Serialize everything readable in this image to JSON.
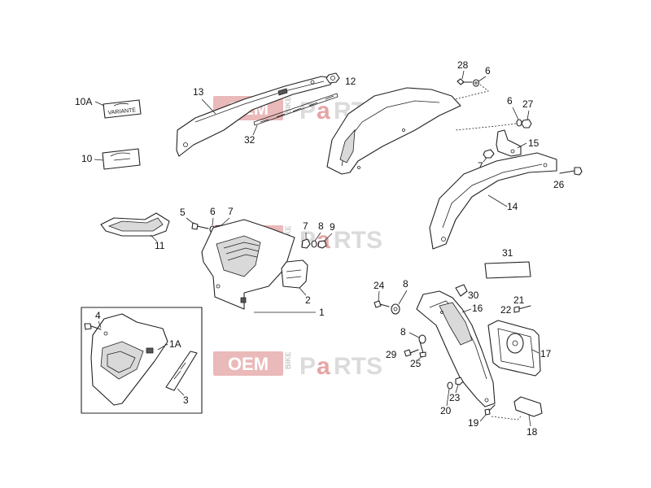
{
  "watermark": {
    "oem": "OEM",
    "bike": "BIKE",
    "parts_prefix": "P",
    "parts_mid": "a",
    "parts_suffix": "RTS"
  },
  "badges": {
    "variante": "VARIANTE"
  },
  "callouts": {
    "c1": "1",
    "c1A": "1A",
    "c2": "2",
    "c3": "3",
    "c4": "4",
    "c5": "5",
    "c6a": "6",
    "c6b": "6",
    "c6c": "6",
    "c7a": "7",
    "c7b": "7",
    "c7c": "7",
    "c8a": "8",
    "c8b": "8",
    "c8c": "8",
    "c9": "9",
    "c10": "10",
    "c10A": "10A",
    "c11": "11",
    "c12": "12",
    "c13": "13",
    "c14": "14",
    "c15": "15",
    "c16": "16",
    "c17": "17",
    "c18": "18",
    "c19": "19",
    "c20": "20",
    "c21": "21",
    "c22": "22",
    "c23": "23",
    "c24": "24",
    "c25": "25",
    "c26": "26",
    "c27": "27",
    "c28": "28",
    "c29": "29",
    "c30": "30",
    "c31": "31",
    "c32": "32"
  }
}
